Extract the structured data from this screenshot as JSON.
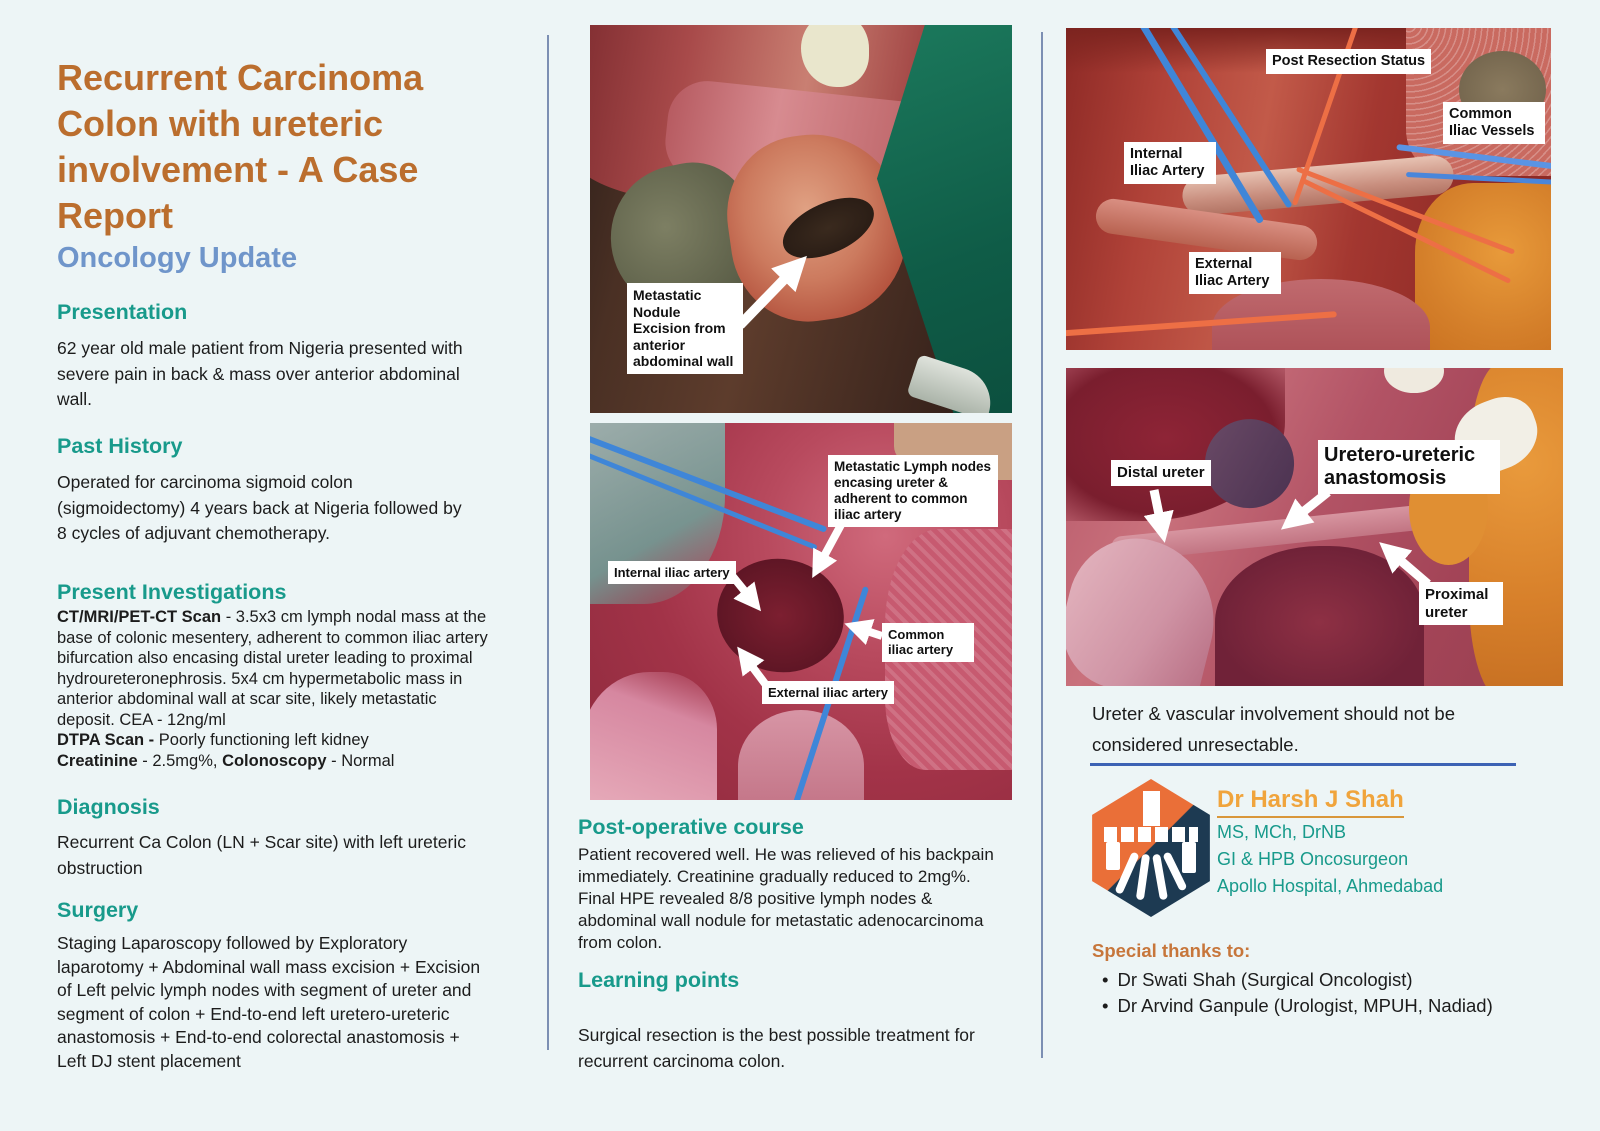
{
  "colors": {
    "background": "#edf5f6",
    "title_orange": "#bb6e2e",
    "subtitle_blue": "#6f95ca",
    "heading_teal": "#189a8b",
    "thanks_orange": "#c7763b",
    "doctor_name_orange": "#f0a43c",
    "divider_blue": "#7c8fb3",
    "rule_blue": "#3c62b4",
    "logo_orange": "#ea6f38",
    "logo_navy": "#1d3a52"
  },
  "header": {
    "title": "Recurrent Carcinoma Colon with ureteric involvement - A Case Report",
    "subtitle": "Oncology Update"
  },
  "sections": {
    "presentation": {
      "heading": "Presentation",
      "body": "62 year old male patient from Nigeria presented with severe pain in back & mass over anterior abdominal wall."
    },
    "past_history": {
      "heading": "Past History",
      "body": "Operated for carcinoma sigmoid colon (sigmoidectomy) 4 years back at Nigeria followed by 8 cycles of adjuvant chemotherapy."
    },
    "investigations": {
      "heading": "Present Investigations",
      "s1_bold": "CT/MRI/PET-CT Scan",
      "s1_text": " - 3.5x3 cm lymph nodal mass at the base of colonic mesentery, adherent to common iliac artery bifurcation also encasing distal ureter leading to proximal hydroureteronephrosis. 5x4 cm hypermetabolic mass in anterior abdominal wall at scar site, likely metastatic deposit. CEA - 12ng/ml",
      "s2_bold": "DTPA Scan -",
      "s2_text": " Poorly functioning left kidney",
      "s3_bold": "Creatinine",
      "s3_text": " - 2.5mg%, ",
      "s4_bold": "Colonoscopy",
      "s4_text": " - Normal"
    },
    "diagnosis": {
      "heading": "Diagnosis",
      "body": "Recurrent Ca Colon (LN + Scar site) with left ureteric obstruction"
    },
    "surgery": {
      "heading": "Surgery",
      "body": "Staging Laparoscopy followed by Exploratory laparotomy + Abdominal wall mass excision + Excision of Left pelvic lymph nodes with segment of ureter and segment of colon + End-to-end left uretero-ureteric anastomosis + End-to-end colorectal anastomosis + Left DJ stent placement"
    },
    "post_op": {
      "heading": "Post-operative course",
      "body": "Patient recovered well. He was relieved of his backpain immediately. Creatinine gradually reduced to 2mg%. Final HPE revealed 8/8 positive lymph nodes & abdominal wall nodule for metastatic adenocarcinoma from colon."
    },
    "learning": {
      "heading": "Learning points",
      "body": "Surgical resection is the best possible treatment for recurrent carcinoma colon."
    }
  },
  "figures": {
    "fig1": {
      "labels": {
        "nodule": "Metastatic Nodule Excision from anterior abdominal wall"
      }
    },
    "fig2": {
      "labels": {
        "lymph": "Metastatic Lymph nodes encasing ureter & adherent to common iliac artery",
        "internal": "Internal iliac artery",
        "common": "Common iliac artery",
        "external": "External iliac artery"
      }
    },
    "fig3": {
      "labels": {
        "status": "Post Resection Status",
        "common": "Common Iliac Vessels",
        "internal": "Internal Iliac Artery",
        "external": "External Iliac Artery"
      }
    },
    "fig4": {
      "labels": {
        "distal": "Distal ureter",
        "anastomosis": "Uretero-ureteric anastomosis",
        "proximal": "Proximal ureter"
      }
    }
  },
  "right": {
    "note": "Ureter & vascular involvement should not be considered unresectable.",
    "doctor": {
      "name": "Dr Harsh J Shah",
      "degrees": "MS, MCh, DrNB",
      "role": "GI & HPB Oncosurgeon",
      "hospital": "Apollo Hospital, Ahmedabad"
    },
    "thanks": {
      "heading": "Special thanks to:",
      "items": [
        "Dr Swati Shah (Surgical Oncologist)",
        "Dr Arvind Ganpule (Urologist, MPUH, Nadiad)"
      ]
    }
  }
}
